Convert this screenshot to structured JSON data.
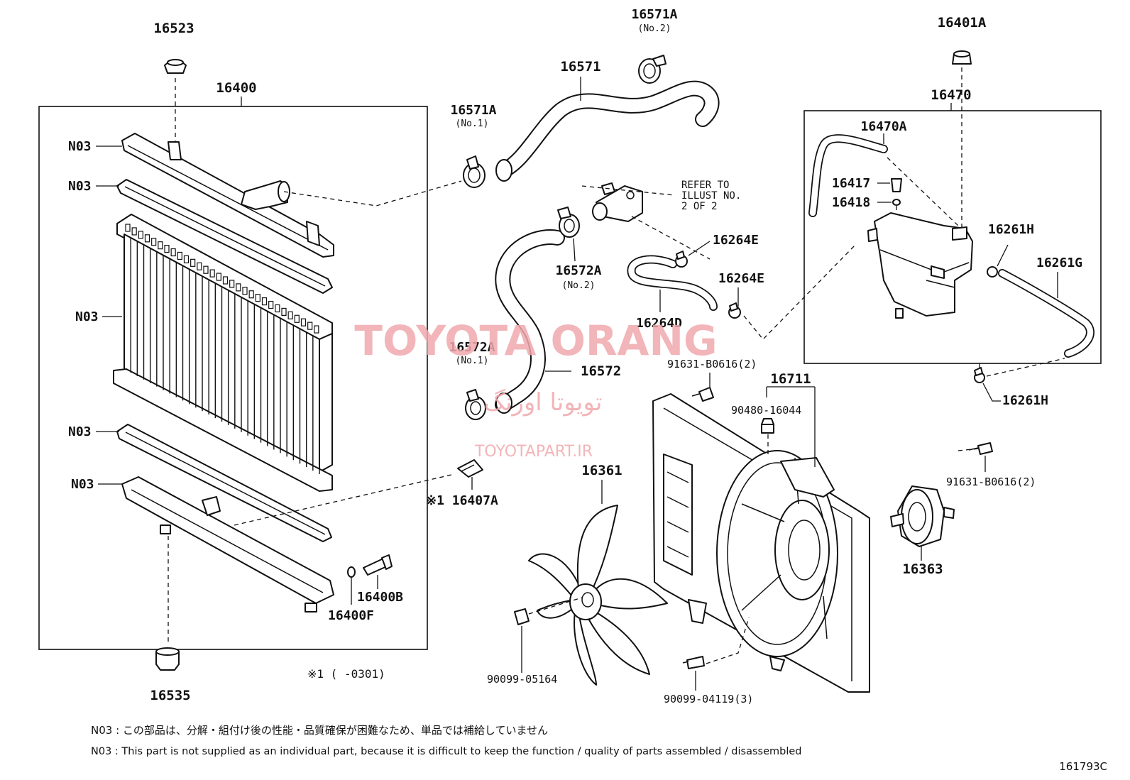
{
  "parts": {
    "p16523": "16523",
    "p16400": "16400",
    "n03_a": "N03",
    "n03_b": "N03",
    "n03_c": "N03",
    "n03_d": "N03",
    "n03_e": "N03",
    "p16535": "16535",
    "p16400F": "16400F",
    "p16400B": "16400B",
    "p16407A": "※1 16407A",
    "note_star": "※1 (     -0301)",
    "p16571": "16571",
    "p16571A_no2": "16571A",
    "p16571A_no2_sub": "(No.2)",
    "p16571A_no1": "16571A",
    "p16571A_no1_sub": "(No.1)",
    "p16572A_no2": "16572A",
    "p16572A_no2_sub": "(No.2)",
    "p16572A_no1": "16572A",
    "p16572A_no1_sub": "(No.1)",
    "p16572": "16572",
    "refer_1": "REFER TO",
    "refer_2": "ILLUST NO.",
    "refer_3": "2 OF 2",
    "p16264E_a": "16264E",
    "p16264E_b": "16264E",
    "p16264D": "16264D",
    "p16401A": "16401A",
    "p16470": "16470",
    "p16470A": "16470A",
    "p16417": "16417",
    "p16418": "16418",
    "p16261H_a": "16261H",
    "p16261G": "16261G",
    "p16261H_b": "16261H",
    "p91631_a": "91631-B0616(2)",
    "p16711": "16711",
    "p90480": "90480-16044",
    "p91631_b": "91631-B0616(2)",
    "p16361": "16361",
    "p16363": "16363",
    "p90099_05164": "90099-05164",
    "p90099_04119": "90099-04119(3)"
  },
  "footer": {
    "note_jp": "N03 : この部品は、分解・組付け後の性能・品質確保が困難なため、単品では補給していません",
    "note_en": "N03 : This part is not supplied as an individual part, because it is difficult to keep the function / quality of parts assembled / disassembled",
    "illust_id": "161793C"
  },
  "watermark": {
    "brand": "TOYOTA ORANG",
    "brand_fa": "تویوتا اورنگ",
    "site": "TOYOTAPART.IR"
  }
}
